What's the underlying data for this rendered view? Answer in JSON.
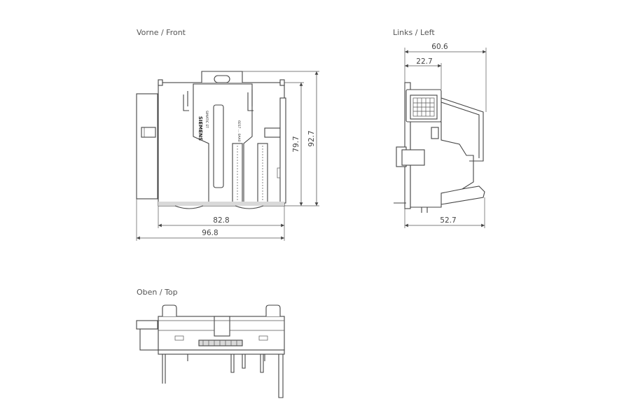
{
  "views": {
    "front": {
      "label": "Vorne  /  Front",
      "brand": "SIEMENS",
      "model": "SIMATIC ET",
      "serial": "6ES7 ... 0AA0",
      "dims": {
        "w_inner": "82.8",
        "w_outer": "96.8",
        "h_inner": "79.7",
        "h_outer": "92.7"
      }
    },
    "left": {
      "label": "Links  /  Left",
      "dims": {
        "w_top": "60.6",
        "w_conn": "22.7",
        "w_bottom": "52.7"
      }
    },
    "top": {
      "label": "Oben  /  Top"
    }
  },
  "colors": {
    "line": "#444444",
    "shade": "#d9d9d9",
    "text": "#555555"
  }
}
